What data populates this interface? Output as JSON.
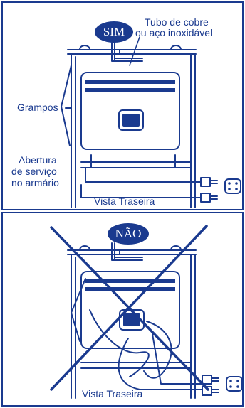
{
  "colors": {
    "ink": "#1a3a8f",
    "background": "#ffffff"
  },
  "top_panel": {
    "badge": "SIM",
    "pipe_label_line1": "Tubo de cobre",
    "pipe_label_line2": "ou aço inoxidável",
    "clamps_label": "Grampos",
    "opening_label_line1": "Abertura",
    "opening_label_line2": "de serviço",
    "opening_label_line3": "no armário",
    "view_label": "Vista Traseira",
    "outlet_icon": "electrical-outlet-icon"
  },
  "bottom_panel": {
    "badge": "NÃO",
    "view_label": "Vista Traseira",
    "outlet_icon": "electrical-outlet-icon",
    "cross_icon": "big-x-cross-icon"
  }
}
